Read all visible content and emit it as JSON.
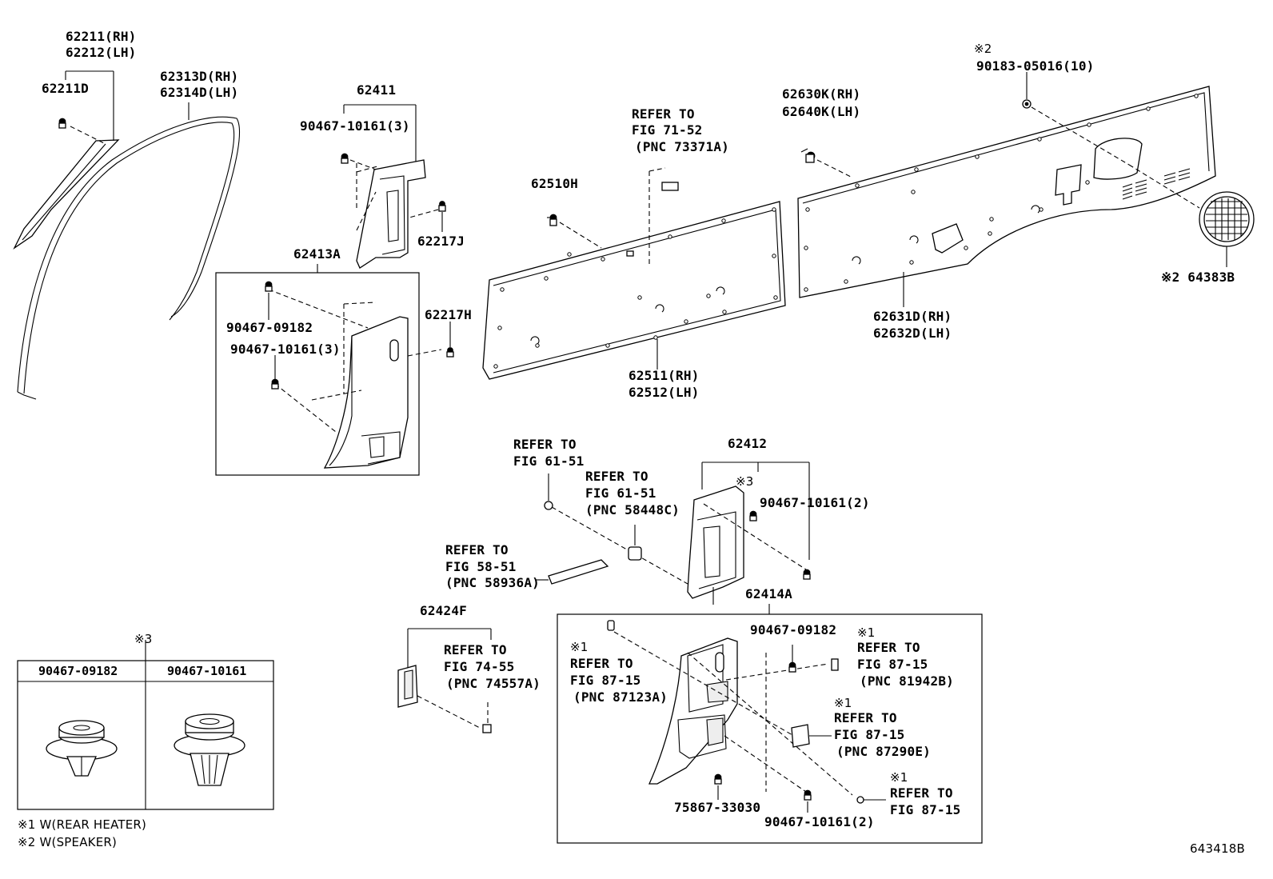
{
  "labels": {
    "p62211_rh": "62211(RH)",
    "p62212_lh": "62212(LH)",
    "p62211d": "62211D",
    "p62313d_rh": "62313D(RH)",
    "p62314d_lh": "62314D(LH)",
    "p62411": "62411",
    "p90467_10161_3a": "90467-10161(3)",
    "p62217j": "62217J",
    "p62413a": "62413A",
    "p90467_09182a": "90467-09182",
    "p90467_10161_3b": "90467-10161(3)",
    "p62217h": "62217H",
    "ref_fig71_1": "REFER TO",
    "ref_fig71_2": "FIG 71-52",
    "ref_fig71_3": "(PNC 73371A)",
    "p62510h": "62510H",
    "p62511_rh": "62511(RH)",
    "p62512_lh": "62512(LH)",
    "p62630k_rh": "62630K(RH)",
    "p62640k_lh": "62640K(LH)",
    "note2_top": "※2",
    "p90183": "90183-05016(10)",
    "p62631d_rh": "62631D(RH)",
    "p62632d_lh": "62632D(LH)",
    "p64383b": "※2 64383B",
    "ref_fig6151a_1": "REFER TO",
    "ref_fig6151a_2": "FIG 61-51",
    "ref_fig6151b_1": "REFER TO",
    "ref_fig6151b_2": "FIG 61-51",
    "ref_fig6151b_3": "(PNC 58448C)",
    "p62412": "62412",
    "note3_a": "※3",
    "p90467_10161_2a": "90467-10161(2)",
    "ref_fig5851_1": "REFER TO",
    "ref_fig5851_2": "FIG 58-51",
    "ref_fig5851_3": "(PNC 58936A)",
    "p62414a": "62414A",
    "p62424f": "62424F",
    "ref_fig7455_1": "REFER TO",
    "ref_fig7455_2": "FIG 74-55",
    "ref_fig7455_3": "(PNC 74557A)",
    "note1_a": "※1",
    "ref_fig8715a_1": "REFER TO",
    "ref_fig8715a_2": "FIG 87-15",
    "ref_fig8715a_3": "(PNC 87123A)",
    "p90467_09182b": "90467-09182",
    "note1_b": "※1",
    "ref_fig8715b_1": "REFER TO",
    "ref_fig8715b_2": "FIG 87-15",
    "ref_fig8715b_3": "(PNC 81942B)",
    "note1_c": "※1",
    "ref_fig8715c_1": "REFER TO",
    "ref_fig8715c_2": "FIG 87-15",
    "ref_fig8715c_3": "(PNC 87290E)",
    "note1_d": "※1",
    "ref_fig8715d_1": "REFER TO",
    "ref_fig8715d_2": "FIG 87-15",
    "p75867": "75867-33030",
    "p90467_10161_2b": "90467-10161(2)",
    "note3_table": "※3",
    "table_col1": "90467-09182",
    "table_col2": "90467-10161",
    "legend1": "※1 W(REAR HEATER)",
    "legend2": "※2 W(SPEAKER)",
    "figure_code": "643418B"
  }
}
